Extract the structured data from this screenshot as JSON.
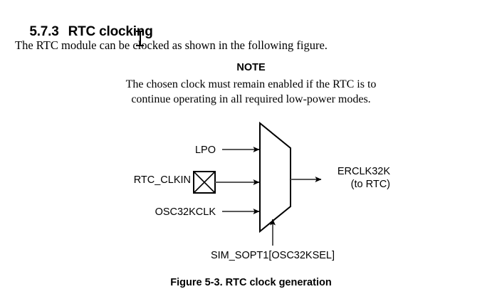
{
  "document": {
    "section_number": "5.7.3",
    "section_title": "RTC clocking",
    "intro_paragraph": "The RTC module can be clocked as shown in the following figure.",
    "note": {
      "title": "NOTE",
      "lines": [
        "The chosen clock must remain enabled if the RTC is to",
        "continue operating in all required low-power modes."
      ]
    },
    "figure_caption": "Figure 5-3. RTC clock generation"
  },
  "diagram": {
    "type": "block-diagram",
    "component": "multiplexer",
    "inputs": [
      {
        "label": "LPO",
        "has_pad_symbol": false
      },
      {
        "label": "RTC_CLKIN",
        "has_pad_symbol": true
      },
      {
        "label": "OSC32KCLK",
        "has_pad_symbol": false
      }
    ],
    "output": {
      "label": "ERCLK32K",
      "sublabel": "(to RTC)"
    },
    "select": {
      "label": "SIM_SOPT1[OSC32KSEL]"
    }
  },
  "cursor": {
    "type": "text-ibeam"
  },
  "colors": {
    "background": "#ffffff",
    "text": "#000000",
    "wire": "#595959",
    "shape_stroke": "#000000"
  }
}
